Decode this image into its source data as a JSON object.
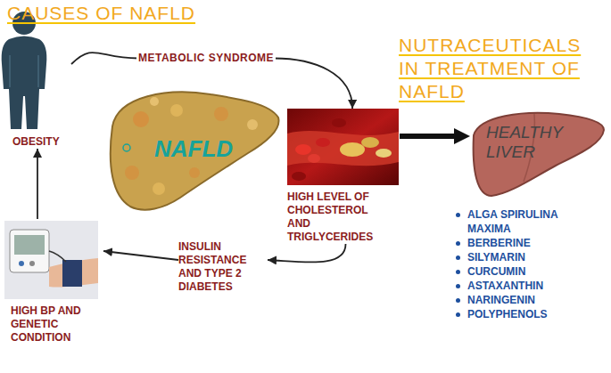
{
  "diagram": {
    "nodes": [
      {
        "text": [
          "OBESITY"
        ]
      },
      {
        "text": [
          "NAFLD"
        ]
      },
      {
        "text": [
          "HIGH LEVEL OF CHOLESTEROL AND TRIGLYCERIDES"
        ]
      },
      {
        "text": [
          "INSULIN RESISTANCE AND TYPE 2 DIABETES"
        ]
      },
      {
        "text": [
          "HIGH BP AND GENETIC CONDITION"
        ]
      },
      {
        "text": [
          "HEALTHY LIVER"
        ]
      }
    ],
    "edges": [
      {
        "from": 0,
        "to": 2,
        "label": "METABOLIC SYNDROME",
        "arrow": "to"
      },
      {
        "from": 2,
        "to": 5,
        "arrow": "to"
      },
      {
        "from": 2,
        "to": 3,
        "arrow": "to"
      },
      {
        "from": 3,
        "to": 4,
        "arrow": "to"
      },
      {
        "from": 4,
        "to": 0,
        "arrow": "to"
      }
    ],
    "labels": [
      "CAUSES OF NAFLD",
      "NUTRACEUTICALS IN TREATMENT OF NAFLD",
      "ALGA SPIRULINA MAXIMA",
      "BERBERINE",
      "SILYMARIN",
      "CURCUMIN",
      "ASTAXANTHIN",
      "NARINGENIN",
      "POLYPHENOLS"
    ]
  }
}
